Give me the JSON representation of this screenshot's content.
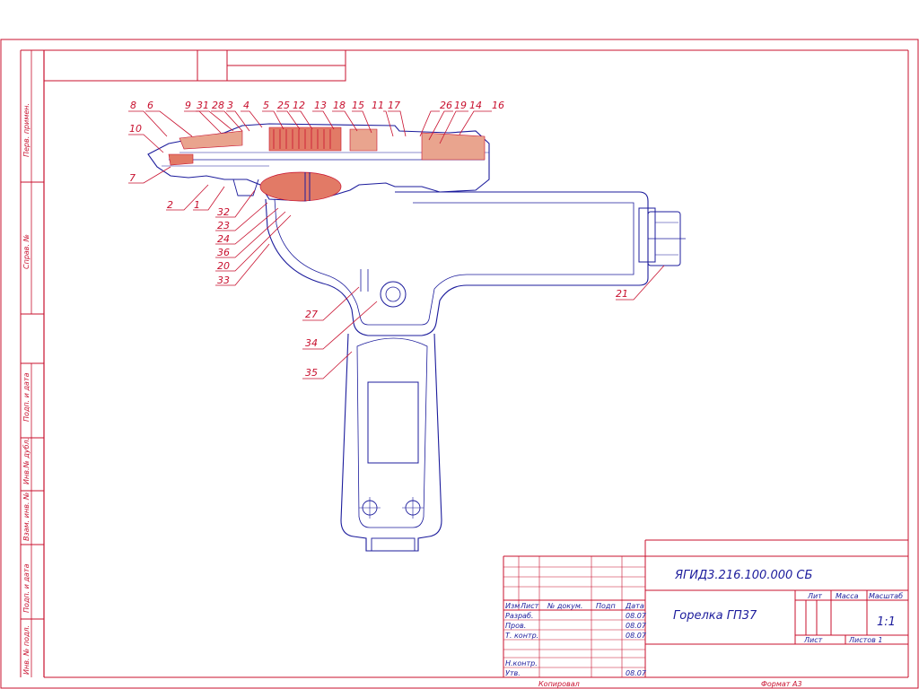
{
  "drawing": {
    "code": "ЯГИД3.216.100.000  СБ",
    "title": "Горелка  ГП37",
    "scale": "1:1",
    "sheet_label": "Лист",
    "sheets_label": "Листов  1"
  },
  "title_block": {
    "header_lit": "Лит",
    "header_mass": "Масса",
    "header_scale": "Масштаб",
    "col_izm": "Изм",
    "col_list": "Лист",
    "col_doc": "№  докум.",
    "col_sign": "Подп",
    "col_date": "Дата",
    "roles": [
      {
        "role": "Разраб.",
        "date": "08.07"
      },
      {
        "role": "Пров.",
        "date": "08.07"
      },
      {
        "role": "Т. контр.",
        "date": "08.07"
      },
      {
        "role": "",
        "date": ""
      },
      {
        "role": "Н.контр.",
        "date": ""
      },
      {
        "role": "Утв.",
        "date": "08.07"
      }
    ],
    "copied": "Копировал",
    "format": "Формат   А3"
  },
  "side_columns": [
    "Перв. примен.",
    "Справ. №",
    "Подп. и дата",
    "Инв.№ дубл.",
    "Взам. инв. №",
    "Подп. и дата",
    "Инв. № подл."
  ],
  "callouts_top": [
    "8",
    "6",
    "9",
    "31",
    "28",
    "3",
    "4",
    "5",
    "25",
    "12",
    "13",
    "18",
    "15",
    "11",
    "17",
    "26",
    "19",
    "14",
    "16"
  ],
  "callouts_left": [
    "10",
    "7",
    "2",
    "1",
    "32",
    "23",
    "24",
    "36",
    "20",
    "33"
  ],
  "callouts_bottom": [
    "27",
    "34",
    "35",
    "21"
  ]
}
